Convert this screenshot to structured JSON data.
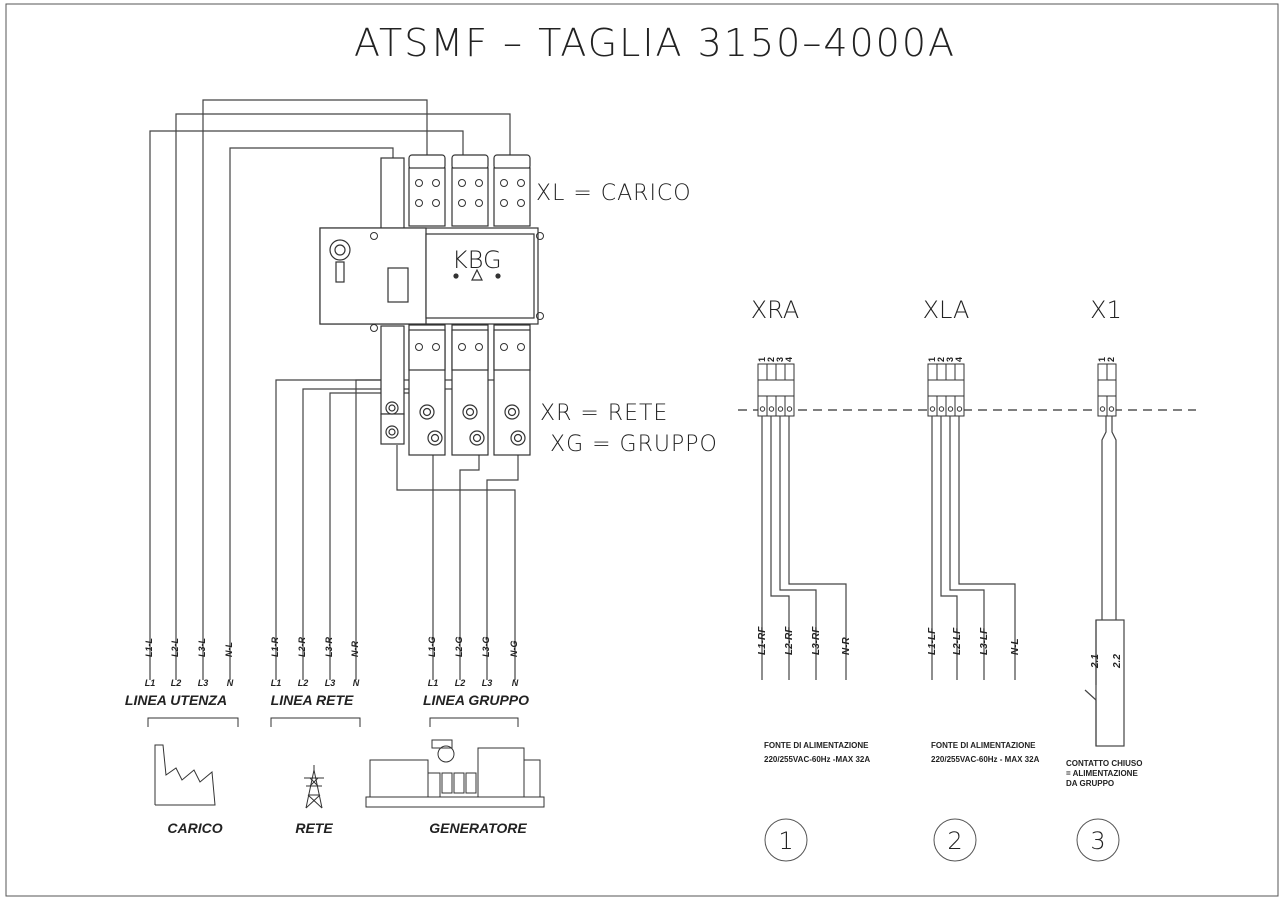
{
  "title": "ATSMF – TAGLIA 3150–4000A",
  "switch": {
    "name": "KBG",
    "xl_label": "XL = CARICO",
    "xr_label": "XR = RETE",
    "xg_label": "XG = GRUPPO"
  },
  "groups": {
    "utenza": {
      "top_labels": [
        "L1-L",
        "L2-L",
        "L3-L",
        "N-L"
      ],
      "bottom_labels": [
        "L1",
        "L2",
        "L3",
        "N"
      ],
      "title": "LINEA UTENZA",
      "caption": "CARICO",
      "icon": "factory-icon"
    },
    "rete": {
      "top_labels": [
        "L1-R",
        "L2-R",
        "L3-R",
        "N-R"
      ],
      "bottom_labels": [
        "L1",
        "L2",
        "L3",
        "N"
      ],
      "title": "LINEA RETE",
      "caption": "RETE",
      "icon": "pylon-icon"
    },
    "gruppo": {
      "top_labels": [
        "L1-G",
        "L2-G",
        "L3-G",
        "N-G"
      ],
      "bottom_labels": [
        "L1",
        "L2",
        "L3",
        "N"
      ],
      "title": "LINEA GRUPPO",
      "caption": "GENERATORE",
      "icon": "generator-icon"
    }
  },
  "terminals": {
    "xra": {
      "name": "XRA",
      "pins": [
        "1",
        "2",
        "3",
        "4"
      ],
      "wires": [
        "L1-RF",
        "L2-RF",
        "L3-RF",
        "N-R"
      ],
      "note": [
        "FONTE DI ALIMENTAZIONE",
        "220/255VAC-60Hz  -MAX 32A"
      ],
      "number": "1"
    },
    "xla": {
      "name": "XLA",
      "pins": [
        "1",
        "2",
        "3",
        "4"
      ],
      "wires": [
        "L1-LF",
        "L2-LF",
        "L3-LF",
        "N-L"
      ],
      "note": [
        "FONTE DI ALIMENTAZIONE",
        "220/255VAC-60Hz  - MAX 32A"
      ],
      "number": "2"
    },
    "x1": {
      "name": "X1",
      "pins": [
        "1",
        "2"
      ],
      "wires": [
        "2.1",
        "2.2"
      ],
      "note": [
        "CONTATTO CHIUSO",
        "= ALIMENTAZIONE",
        "DA GRUPPO"
      ],
      "number": "3"
    }
  }
}
